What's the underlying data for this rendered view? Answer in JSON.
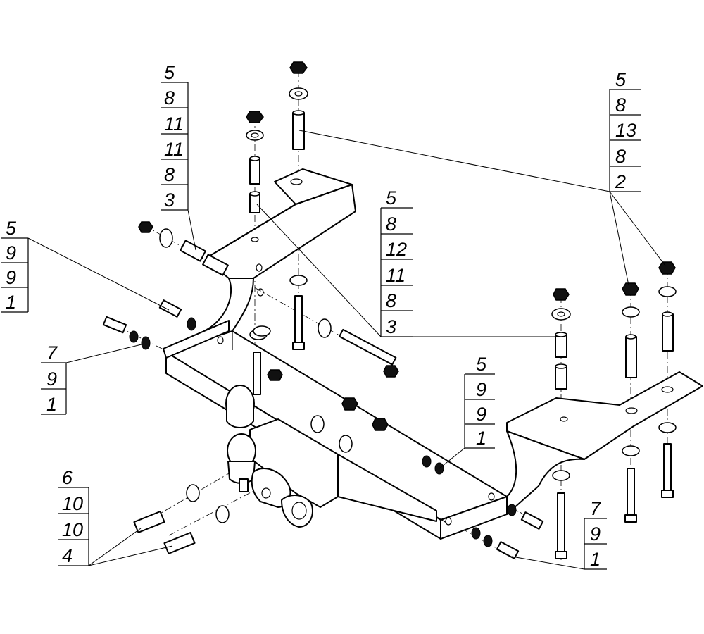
{
  "callouts": {
    "upper_left": [
      "5",
      "8",
      "11",
      "11",
      "8",
      "3"
    ],
    "left": [
      "5",
      "9",
      "9",
      "1"
    ],
    "left_lower": [
      "7",
      "9",
      "1"
    ],
    "center": [
      "5",
      "8",
      "12",
      "11",
      "8",
      "3"
    ],
    "upper_right": [
      "5",
      "8",
      "13",
      "8",
      "2"
    ],
    "right_mid": [
      "5",
      "9",
      "9",
      "1"
    ],
    "bottom_left": [
      "6",
      "10",
      "10",
      "4"
    ],
    "bottom_right": [
      "7",
      "9",
      "1"
    ]
  }
}
